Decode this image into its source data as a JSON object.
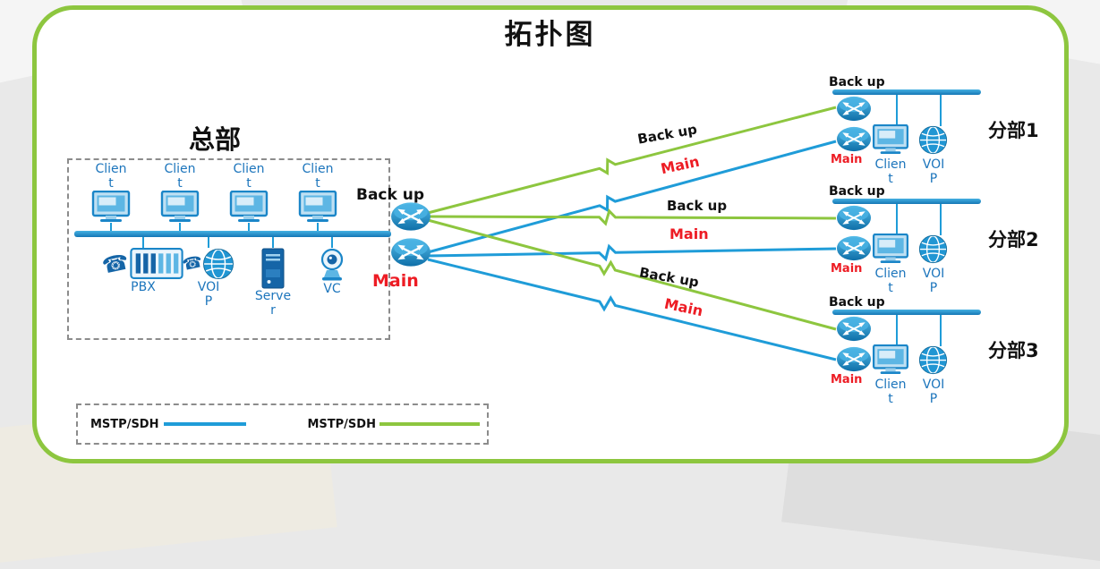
{
  "title": "拓扑图",
  "colors": {
    "blue": "#1f9cd8",
    "green": "#8dc63f",
    "red": "#ed1c24",
    "label": "#1c75bc"
  },
  "hq": {
    "name": "总部",
    "clients": [
      "Clien\nt",
      "Clien\nt",
      "Clien\nt",
      "Clien\nt"
    ],
    "devices": [
      "PBX",
      "VOI\nP",
      "Serve\nr",
      "VC"
    ],
    "backup_label": "Back up",
    "main_label": "Main"
  },
  "branches": [
    {
      "name": "分部1",
      "backup_label": "Back up",
      "main_label": "Main",
      "client_label": "Clien\nt",
      "voip_label": "VOI\nP"
    },
    {
      "name": "分部2",
      "backup_label": "Back up",
      "main_label": "Main",
      "client_label": "Clien\nt",
      "voip_label": "VOI\nP"
    },
    {
      "name": "分部3",
      "backup_label": "Back up",
      "main_label": "Main",
      "client_label": "Clien\nt",
      "voip_label": "VOI\nP"
    }
  ],
  "links": [
    {
      "label": "Back up",
      "type": "backup"
    },
    {
      "label": "Main",
      "type": "main"
    },
    {
      "label": "Back up",
      "type": "backup"
    },
    {
      "label": "Main",
      "type": "main"
    },
    {
      "label": "Back up",
      "type": "backup"
    },
    {
      "label": "Main",
      "type": "main"
    }
  ],
  "legend": [
    {
      "label": "MSTP/SDH",
      "line": "blue"
    },
    {
      "label": "MSTP/SDH",
      "line": "green"
    }
  ]
}
